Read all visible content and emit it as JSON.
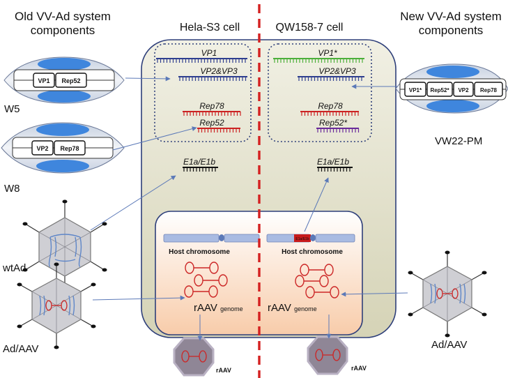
{
  "headers": {
    "old_system": [
      "Old VV-Ad system",
      "components"
    ],
    "new_system": [
      "New VV-Ad system",
      "components"
    ],
    "left_cell": "Hela-S3 cell",
    "right_cell": "QW158-7 cell"
  },
  "plasmids": {
    "w5": {
      "name": "W5",
      "genes": [
        "VP1",
        "Rep52"
      ]
    },
    "w8": {
      "name": "W8",
      "genes": [
        "VP2",
        "Rep78"
      ]
    },
    "vw22": {
      "name": "VW22-PM",
      "genes": [
        "VP1*",
        "Rep52*",
        "VP2",
        "Rep78"
      ]
    }
  },
  "viruses": {
    "wtad": "wtAd",
    "adaav_left": "Ad/AAV",
    "adaav_right": "Ad/AAV"
  },
  "left_cell": {
    "transcripts": [
      "VP1",
      "VP2&VP3",
      "Rep78",
      "Rep52"
    ],
    "e1": "E1a/E1b",
    "chromosome": "Host chromosome",
    "genome_main": "rAAV",
    "genome_sub": "genome",
    "product": "rAAV"
  },
  "right_cell": {
    "transcripts": [
      "VP1*",
      "VP2&VP3",
      "Rep78",
      "Rep52*"
    ],
    "e1": "E1a/E1b",
    "chromosome": "Host chromosome",
    "chromosome_insert": "E1a/E1b",
    "genome_main": "rAAV",
    "genome_sub": "genome",
    "product": "rAAV"
  },
  "colors": {
    "cell_border": "#2e3f7a",
    "divider": "#d42020",
    "arrow": "#5b79b8",
    "vp_strand": "#2f3f8f",
    "vp1_star_strand": "#4caf3a",
    "rep_strand": "#cc2222",
    "rep52_star_strand": "#6a2a9a",
    "e1_strand": "#111111",
    "nucleus_bg_top": "#ffffff",
    "nucleus_bg_bottom": "#f8ccaa",
    "chromosome": "#a9bbe2",
    "chromosome_insert": "#c81a1a",
    "capsid_fill": "#cfcfd4",
    "product_capsid": "#8f8696",
    "plasmid_blob": "#dfe6f2",
    "plasmid_lobe": "#3f86dd"
  }
}
